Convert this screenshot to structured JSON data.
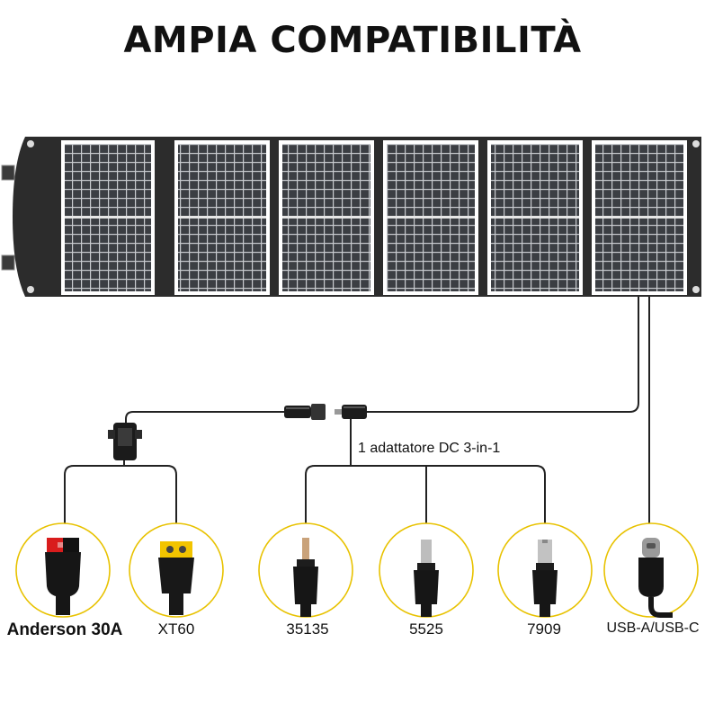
{
  "title": "AMPIA COMPATIBILITÀ",
  "adapter_label": "1 adattatore DC 3-in-1",
  "connectors": [
    {
      "label": "Anderson 30A",
      "icon": "anderson-connector-icon"
    },
    {
      "label": "XT60",
      "icon": "xt60-connector-icon"
    },
    {
      "label": "35135",
      "icon": "dc-35135-plug-icon"
    },
    {
      "label": "5525",
      "icon": "dc-5525-plug-icon"
    },
    {
      "label": "7909",
      "icon": "dc-7909-plug-icon"
    },
    {
      "label": "USB-A/USB-C",
      "icon": "usb-c-plug-icon"
    }
  ],
  "colors": {
    "circle_border": "#e8c200",
    "panel_frame": "#2b2b2b",
    "solar_cell": "#3a3d42",
    "cable": "#222222",
    "anderson_red": "#d91c1c",
    "xt60_yellow": "#f2c400"
  }
}
